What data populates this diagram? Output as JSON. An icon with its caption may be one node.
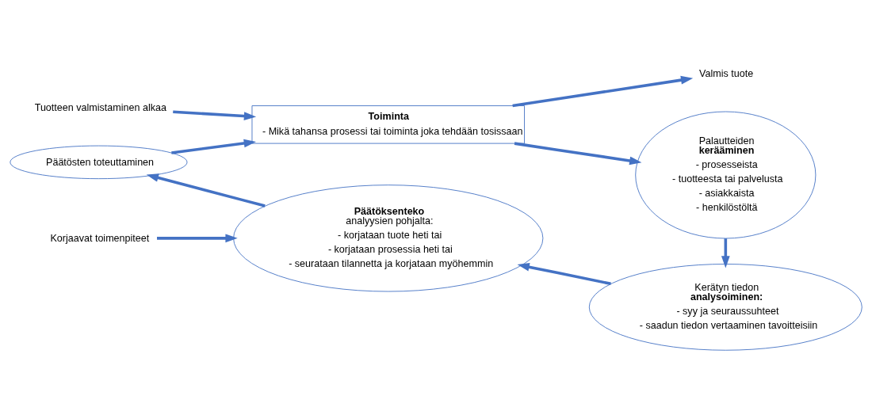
{
  "diagram": {
    "nodes": [
      {
        "text": [
          "Tuotteen valmistaminen alkaa"
        ]
      },
      {
        "text": [
          "Toiminta",
          "- Mikä tahansa prosessi tai toiminta joka tehdään tosissaan"
        ]
      },
      {
        "text": [
          "Valmis tuote"
        ]
      },
      {
        "text": [
          "Palautteiden **kerääminen**",
          "- prosesseista",
          "- tuotteesta tai palvelusta",
          "- asiakkaista",
          "- henkilöstöltä"
        ]
      },
      {
        "text": [
          "Kerätyn tiedon **analysoiminen:**",
          "- syy ja seuraussuhteet",
          "- saadun tiedon vertaaminen tavoitteisiin"
        ]
      },
      {
        "text": [
          "**Päätöksenteko** analyysien pohjalta:",
          "- korjataan tuote heti tai",
          "- korjataan prosessia heti tai",
          "- seurataan tilannetta ja korjataan myöhemmin"
        ]
      },
      {
        "text": [
          "Päätösten toteuttaminen"
        ]
      },
      {
        "text": [
          "Korjaavat toimenpiteet"
        ]
      }
    ],
    "edges": [
      {
        "from": 0,
        "to": 1,
        "arrow": "to"
      },
      {
        "from": 1,
        "to": 2,
        "arrow": "to"
      },
      {
        "from": 1,
        "to": 3,
        "arrow": "to"
      },
      {
        "from": 3,
        "to": 4,
        "arrow": "to"
      },
      {
        "from": 4,
        "to": 5,
        "arrow": "to"
      },
      {
        "from": 5,
        "to": 6,
        "arrow": "to"
      },
      {
        "from": 6,
        "to": 1,
        "arrow": "to"
      },
      {
        "from": 7,
        "to": 5,
        "arrow": "to"
      }
    ]
  }
}
